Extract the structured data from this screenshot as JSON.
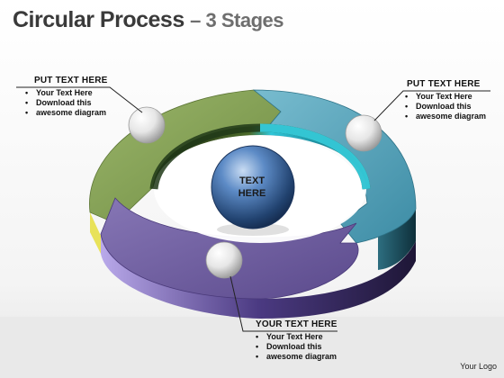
{
  "title": {
    "main": "Circular Process",
    "sub": "– 3 Stages"
  },
  "center_label": {
    "line1": "TEXT",
    "line2": "HERE"
  },
  "callouts": [
    {
      "heading": "PUT TEXT HERE",
      "items": [
        "Your Text Here",
        "Download this",
        "awesome diagram"
      ]
    },
    {
      "heading": "PUT  TEXT HERE",
      "items": [
        "Your Text Here",
        "Download this",
        "awesome diagram"
      ]
    },
    {
      "heading": "YOUR TEXT HERE",
      "items": [
        "Your Text Here",
        "Download this",
        "awesome diagram"
      ]
    }
  ],
  "logo": "Your Logo",
  "colors": {
    "segment_green": "#7d9a4e",
    "segment_teal": "#4aa2bb",
    "segment_purple": "#6e5c9e",
    "center_sphere": "#3a6aa8"
  }
}
